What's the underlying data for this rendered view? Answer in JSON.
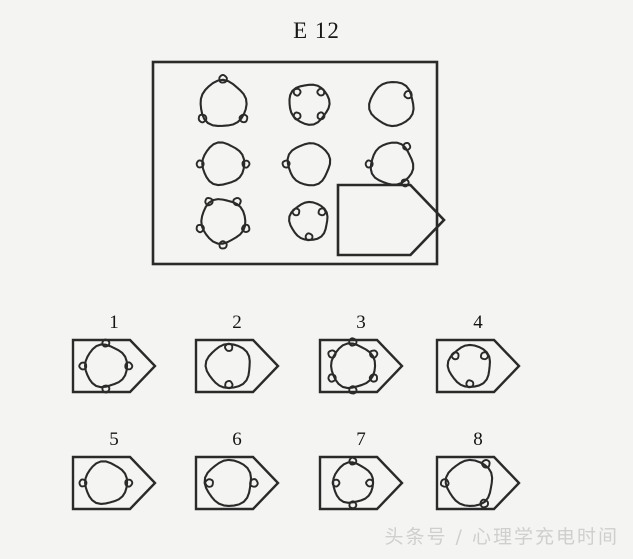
{
  "title": "E 12",
  "watermark": "头条号 / 心理学充电时间",
  "colors": {
    "background": "#f4f4f2",
    "ink": "#2a2a2a",
    "watermark": "#cfcfcf"
  },
  "matrix": {
    "name": "raven-matrix-panel",
    "rows": 3,
    "cols": 3,
    "cells": [
      {
        "position": "r1c1",
        "description": "large circle with 3 small circles outside at top, bottom-left, bottom-right",
        "radius": 23,
        "satellites": 3,
        "satellite_side": "outside",
        "satellite_angles": [
          270,
          145,
          35
        ],
        "is_blank": false
      },
      {
        "position": "r1c2",
        "description": "circle with 4 small circles inside",
        "radius": 20,
        "satellites": 4,
        "satellite_side": "inside",
        "satellite_angles": [
          225,
          315,
          45,
          135
        ],
        "is_blank": false
      },
      {
        "position": "r1c3",
        "description": "circle with 1 small circle inside at upper right",
        "radius": 22,
        "satellites": 1,
        "satellite_side": "inside",
        "satellite_angles": [
          330
        ],
        "is_blank": false
      },
      {
        "position": "r2c1",
        "description": "circle with 2 small circles outside at left and right",
        "radius": 21,
        "satellites": 2,
        "satellite_side": "outside",
        "satellite_angles": [
          180,
          0
        ],
        "is_blank": false
      },
      {
        "position": "r2c2",
        "description": "circle with 1 small circle outside at left",
        "radius": 21,
        "satellites": 1,
        "satellite_side": "outside",
        "satellite_angles": [
          180
        ],
        "is_blank": false
      },
      {
        "position": "r2c3",
        "description": "circle with 3 small circles outside at upper-right, left, bottom-right",
        "radius": 21,
        "satellites": 3,
        "satellite_side": "outside",
        "satellite_angles": [
          310,
          180,
          55
        ],
        "is_blank": false
      },
      {
        "position": "r3c1",
        "description": "circle with 5 small circles outside",
        "radius": 22,
        "satellites": 5,
        "satellite_side": "outside",
        "satellite_angles": [
          234,
          306,
          18,
          90,
          162
        ],
        "is_blank": false
      },
      {
        "position": "r3c2",
        "description": "circle with 3 small circles inside",
        "radius": 19,
        "satellites": 3,
        "satellite_side": "inside",
        "satellite_angles": [
          215,
          325,
          90
        ],
        "is_blank": false
      },
      {
        "position": "r3c3",
        "description": "blank answer cell drawn as right-pointing pentagon outline",
        "radius": 0,
        "satellites": 0,
        "satellite_side": "none",
        "satellite_angles": [],
        "is_blank": true
      }
    ]
  },
  "options": [
    {
      "label": "1",
      "name": "option-1",
      "description": "circle with 4 small circles outside at top, bottom, left, right",
      "radius": 21,
      "satellites": 4,
      "satellite_side": "outside",
      "satellite_angles": [
        270,
        90,
        180,
        0
      ]
    },
    {
      "label": "2",
      "name": "option-2",
      "description": "circle with 2 small circles inside at top and bottom",
      "radius": 22,
      "satellites": 2,
      "satellite_side": "inside",
      "satellite_angles": [
        270,
        90
      ]
    },
    {
      "label": "3",
      "name": "option-3",
      "description": "circle with 6 small circles outside",
      "radius": 22,
      "satellites": 6,
      "satellite_side": "outside",
      "satellite_angles": [
        270,
        330,
        30,
        90,
        150,
        210
      ]
    },
    {
      "label": "4",
      "name": "option-4",
      "description": "circle with 3 small circles inside",
      "radius": 21,
      "satellites": 3,
      "satellite_side": "inside",
      "satellite_angles": [
        215,
        325,
        90
      ]
    },
    {
      "label": "5",
      "name": "option-5",
      "description": "circle with 2 small circles outside at left and right",
      "radius": 21,
      "satellites": 2,
      "satellite_side": "outside",
      "satellite_angles": [
        180,
        0
      ]
    },
    {
      "label": "6",
      "name": "option-6",
      "description": "circle with small circle inside at left and small circle outside at right",
      "radius": 23,
      "satellites": 2,
      "satellite_side": "mixed",
      "satellite_angles": [
        180,
        0
      ]
    },
    {
      "label": "7",
      "name": "option-7",
      "description": "circle with 4 small circles at top outside, left inside, right inside, bottom outside",
      "radius": 20,
      "satellites": 4,
      "satellite_side": "mixed",
      "satellite_angles": [
        270,
        180,
        0,
        90
      ]
    },
    {
      "label": "8",
      "name": "option-8",
      "description": "circle with 3 small circles outside at upper-right, left, bottom-right",
      "radius": 23,
      "satellites": 3,
      "satellite_side": "outside",
      "satellite_angles": [
        310,
        180,
        55
      ]
    }
  ]
}
